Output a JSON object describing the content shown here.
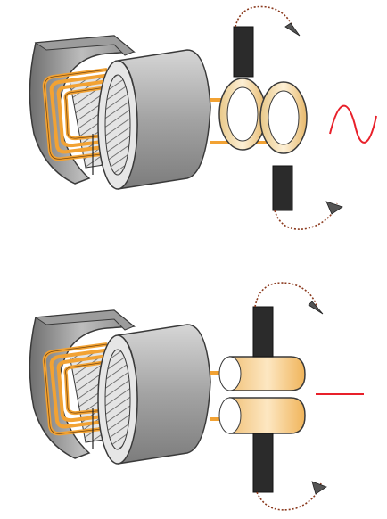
{
  "colors": {
    "background": "#ffffff",
    "stator_dark": "#7d7d7d",
    "stator_light": "#bdbdbd",
    "rotor_face": "#d9d9d9",
    "rotor_side": "#a9a9a9",
    "winding": "#f2a233",
    "ring_face": "#fbe6c2",
    "brush": "#2b2b2b",
    "spring": "#8b3a1e",
    "output_signal": "#e8202a"
  },
  "diagrams": [
    {
      "id": "ac-generator-slip-rings",
      "parts": [
        "stator-housing",
        "rotor",
        "coil-winding",
        "slip-ring-front",
        "slip-ring-rear",
        "brush-top",
        "brush-bottom",
        "spring-top",
        "spring-bottom"
      ],
      "output_icon": "sine-wave-icon"
    },
    {
      "id": "dc-generator-commutator",
      "parts": [
        "stator-housing",
        "rotor",
        "coil-winding",
        "commutator-segment-top",
        "commutator-segment-bottom",
        "brush-top",
        "brush-bottom",
        "spring-top",
        "spring-bottom"
      ],
      "output_icon": "flat-line-icon"
    }
  ]
}
